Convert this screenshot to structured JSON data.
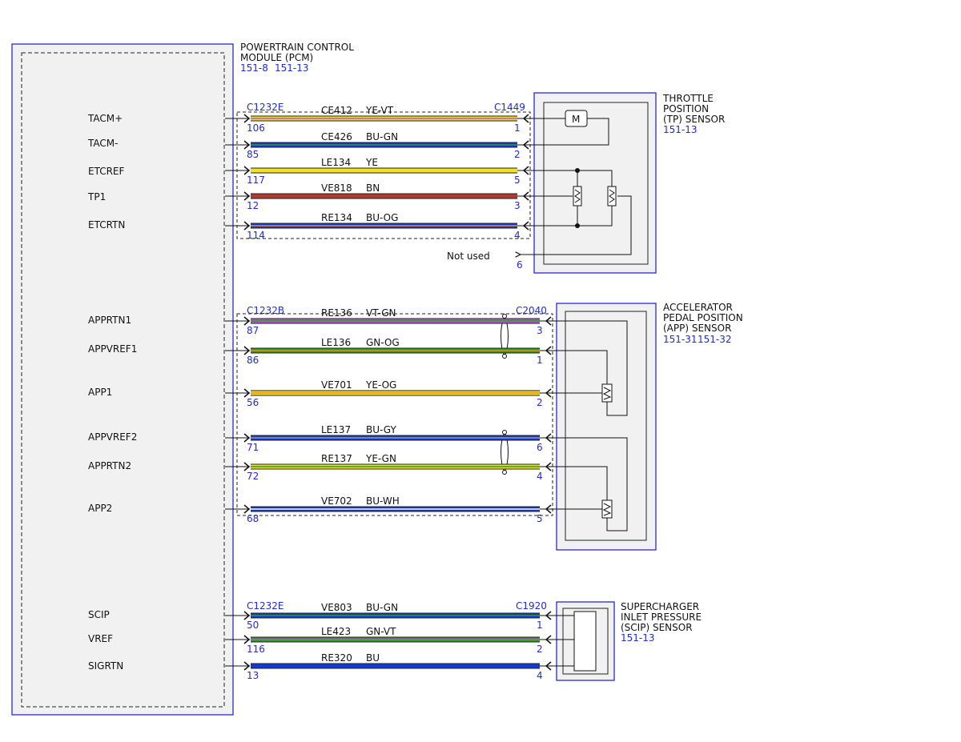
{
  "colors": {
    "YE": "#f2e21c",
    "VT": "#b35ad0",
    "BU": "#1438d8",
    "GN": "#2e9d1f",
    "BN": "#b03a2e",
    "OG": "#f08a1a",
    "GY": "#9a9a9a",
    "WH": "#ffffff",
    "link": "#1f2bd6",
    "line": "#111111",
    "box": "#2a2acc"
  },
  "pcm": {
    "name_lines": [
      "POWERTRAIN CONTROL",
      "MODULE (PCM)"
    ],
    "refs": [
      "151-8",
      "151-13"
    ]
  },
  "sensors": [
    {
      "id": "tp",
      "name_lines": [
        "THROTTLE",
        "POSITION",
        "(TP) SENSOR"
      ],
      "refs": [
        "151-13"
      ]
    },
    {
      "id": "app",
      "name_lines": [
        "ACCELERATOR",
        "PEDAL POSITION",
        "(APP) SENSOR"
      ],
      "refs": [
        "151-31",
        "151-32"
      ]
    },
    {
      "id": "scip",
      "name_lines": [
        "SUPERCHARGER",
        "INLET PRESSURE",
        "(SCIP) SENSOR"
      ],
      "refs": [
        "151-13"
      ]
    }
  ],
  "groups": [
    {
      "pcm_connector": "C1232E",
      "sensor_connector": "C1449",
      "circuits": [
        {
          "signal": "TACM+",
          "pcm_pin": "106",
          "circuit": "CE412",
          "wire": "YE-VT",
          "sensor_pin": "1"
        },
        {
          "signal": "TACM-",
          "pcm_pin": "85",
          "circuit": "CE426",
          "wire": "BU-GN",
          "sensor_pin": "2"
        },
        {
          "signal": "ETCREF",
          "pcm_pin": "117",
          "circuit": "LE134",
          "wire": "YE",
          "sensor_pin": "5"
        },
        {
          "signal": "TP1",
          "pcm_pin": "12",
          "circuit": "VE818",
          "wire": "BN",
          "sensor_pin": "3"
        },
        {
          "signal": "ETCRTN",
          "pcm_pin": "114",
          "circuit": "RE134",
          "wire": "BU-OG",
          "sensor_pin": "4"
        }
      ],
      "unused": {
        "label": "Not used",
        "sensor_pin": "6"
      }
    },
    {
      "pcm_connector": "C1232B",
      "sensor_connector": "C2040",
      "circuits": [
        {
          "signal": "APPRTN1",
          "pcm_pin": "87",
          "circuit": "RE136",
          "wire": "VT-GN",
          "sensor_pin": "3"
        },
        {
          "signal": "APPVREF1",
          "pcm_pin": "86",
          "circuit": "LE136",
          "wire": "GN-OG",
          "sensor_pin": "1"
        },
        {
          "signal": "APP1",
          "pcm_pin": "56",
          "circuit": "VE701",
          "wire": "YE-OG",
          "sensor_pin": "2"
        },
        {
          "signal": "APPVREF2",
          "pcm_pin": "71",
          "circuit": "LE137",
          "wire": "BU-GY",
          "sensor_pin": "6"
        },
        {
          "signal": "APPRTN2",
          "pcm_pin": "72",
          "circuit": "RE137",
          "wire": "YE-GN",
          "sensor_pin": "4"
        },
        {
          "signal": "APP2",
          "pcm_pin": "68",
          "circuit": "VE702",
          "wire": "BU-WH",
          "sensor_pin": "5"
        }
      ]
    },
    {
      "pcm_connector": "C1232E",
      "sensor_connector": "C1920",
      "circuits": [
        {
          "signal": "SCIP",
          "pcm_pin": "50",
          "circuit": "VE803",
          "wire": "BU-GN",
          "sensor_pin": "1"
        },
        {
          "signal": "VREF",
          "pcm_pin": "116",
          "circuit": "LE423",
          "wire": "GN-VT",
          "sensor_pin": "2"
        },
        {
          "signal": "SIGRTN",
          "pcm_pin": "13",
          "circuit": "RE320",
          "wire": "BU",
          "sensor_pin": "4"
        }
      ]
    }
  ],
  "motor_symbol": "M"
}
